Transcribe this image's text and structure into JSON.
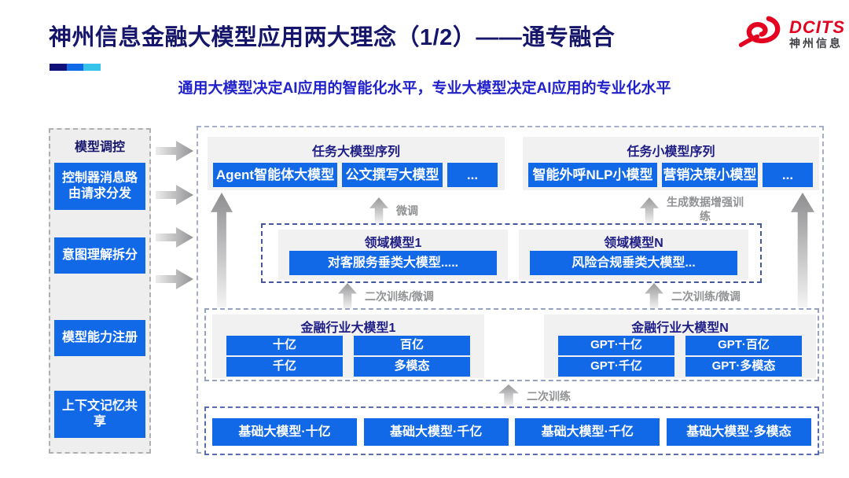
{
  "header": {
    "title": "神州信息金融大模型应用两大理念（1/2）——通专融合",
    "subtitle": "通用大模型决定AI应用的智能化水平，专业大模型决定AI应用的专业化水平",
    "logo": {
      "brand": "DCITS",
      "brand_cn": "神州信息"
    }
  },
  "sidebar": {
    "title": "模型调控",
    "items": [
      {
        "label": "控制器消息路由请求分发"
      },
      {
        "label": "意图理解拆分"
      },
      {
        "label": "模型能力注册"
      },
      {
        "label": "上下文记忆共享"
      }
    ]
  },
  "diagram": {
    "task_large": {
      "title": "任务大模型序列",
      "items": [
        "Agent智能体大模型",
        "公文撰写大模型",
        "..."
      ]
    },
    "task_small": {
      "title": "任务小模型序列",
      "items": [
        "智能外呼NLP小模型",
        "营销决策小模型",
        "..."
      ]
    },
    "domain_groups": [
      {
        "title": "领域模型1",
        "model": "对客服务垂类大模型....."
      },
      {
        "title": "领域模型N",
        "model": "风险合规垂类大模型..."
      }
    ],
    "industry_groups": [
      {
        "title": "金融行业大模型1",
        "models": [
          "十亿",
          "百亿",
          "千亿",
          "多模态"
        ]
      },
      {
        "title": "金融行业大模型N",
        "models": [
          "GPT·十亿",
          "GPT·百亿",
          "GPT·千亿",
          "GPT·多模态"
        ]
      }
    ],
    "base_models": [
      "基础大模型·十亿",
      "基础大模型·千亿",
      "基础大模型·千亿",
      "基础大模型·多模态"
    ],
    "arrows": {
      "fine_tune": "微调",
      "gen_data_train": "生成数据增强训练",
      "retrain_ft_left": "二次训练/微调",
      "retrain_ft_right": "二次训练/微调",
      "retrain": "二次训练"
    }
  },
  "colors": {
    "button_blue": "#1169e8",
    "title_navy": "#15156b",
    "subtitle_blue": "#2222cc",
    "logo_red": "#e30220",
    "accent": [
      "#10107a",
      "#1169e8",
      "#35c3ea"
    ]
  }
}
